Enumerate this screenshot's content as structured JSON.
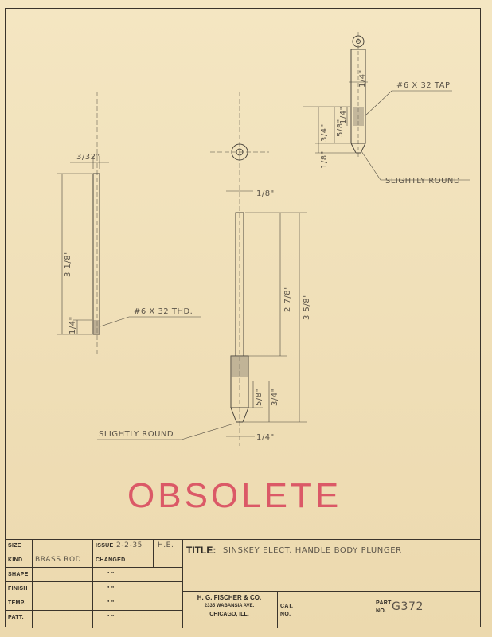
{
  "drawing": {
    "left_part": {
      "dia": "3/32\"",
      "length": "3 1/8\"",
      "thread_len": "1/4\"",
      "thread_note": "#6 X 32 THD."
    },
    "center_part": {
      "dia": "1/8\"",
      "len_a": "2 7/8\"",
      "len_b": "3 5/8\"",
      "len_c": "5/8\"",
      "len_d": "3/4\"",
      "tip": "1/4\"",
      "round_note": "SLIGHTLY ROUND"
    },
    "right_part": {
      "top": "1/4\"",
      "tap_note": "#6 X 32 TAP",
      "d1": "3/4\"",
      "d2": "5/8\"",
      "d3": "1/4\"",
      "d4": "1/8\"",
      "round_note": "SLIGHTLY ROUND"
    }
  },
  "stamp": "OBSOLETE",
  "title_block": {
    "size_label": "SIZE",
    "kind_label": "KIND",
    "kind_value": "BRASS ROD",
    "shape_label": "SHAPE",
    "finish_label": "FINISH",
    "temp_label": "TEMP.",
    "patt_label": "PATT.",
    "issue_label": "ISSUE",
    "issue_value": "2-2-35",
    "initials": "H.E.",
    "changed_label": "CHANGED",
    "ditto": "\" \"",
    "title_label": "TITLE:",
    "title_value": "SINSKEY ELECT. HANDLE BODY PLUNGER",
    "company_name": "H. G. FISCHER & CO.",
    "company_addr": "2335 WABANSIA AVE.",
    "company_city": "CHICAGO, ILL.",
    "cat_label": "CAT.",
    "no_label": "NO.",
    "part_label": "PART",
    "part_no_label": "NO.",
    "part_value": "G372"
  }
}
